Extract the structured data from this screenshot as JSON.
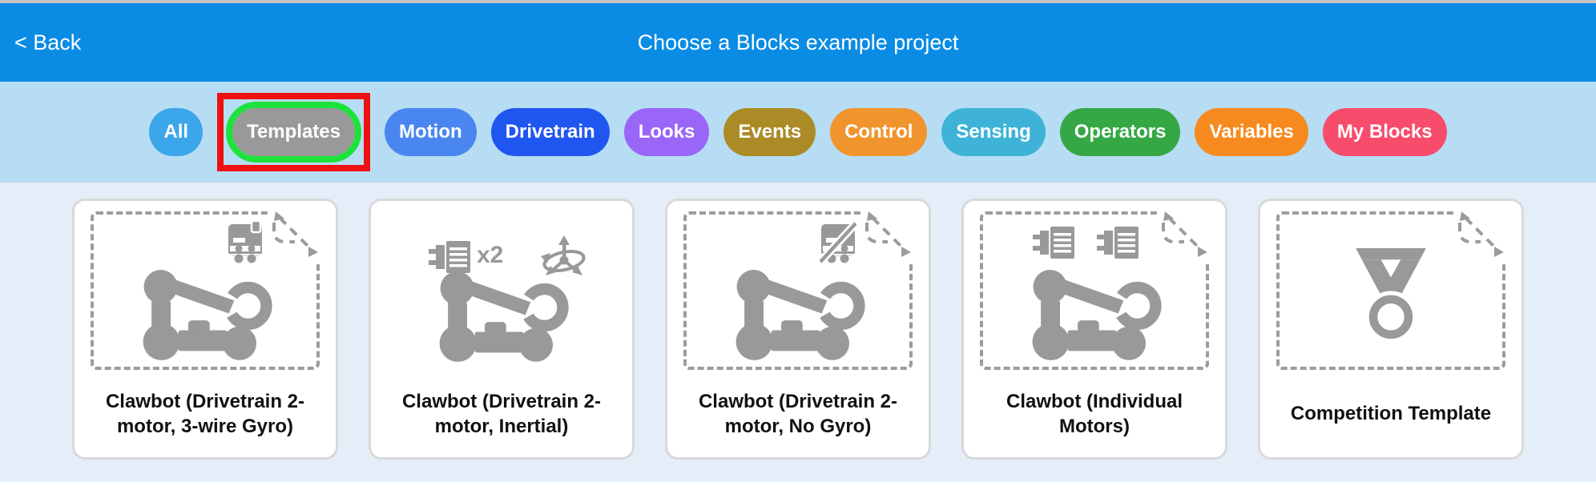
{
  "header": {
    "back_label": "< Back",
    "title": "Choose a Blocks example project",
    "background": "#0a8ce4"
  },
  "filterbar": {
    "background": "#b7ddf4",
    "items": [
      {
        "label": "All",
        "color": "#3ba6ea",
        "selected": false
      },
      {
        "label": "Templates",
        "color": "#999999",
        "selected": true,
        "selected_ring_color": "#1de23c",
        "annotation_box_color": "#ee1111"
      },
      {
        "label": "Motion",
        "color": "#4a86f0",
        "selected": false
      },
      {
        "label": "Drivetrain",
        "color": "#2056f0",
        "selected": false
      },
      {
        "label": "Looks",
        "color": "#9a66f8",
        "selected": false
      },
      {
        "label": "Events",
        "color": "#ab8b25",
        "selected": false
      },
      {
        "label": "Control",
        "color": "#f0952e",
        "selected": false
      },
      {
        "label": "Sensing",
        "color": "#3eb3d7",
        "selected": false
      },
      {
        "label": "Operators",
        "color": "#35a845",
        "selected": false
      },
      {
        "label": "Variables",
        "color": "#f78a1e",
        "selected": false
      },
      {
        "label": "My Blocks",
        "color": "#f74c6c",
        "selected": false
      }
    ]
  },
  "content": {
    "background": "#e4edf8",
    "icon_color": "#999999",
    "cards": [
      {
        "label": "Clawbot (Drivetrain 2-motor, 3-wire Gyro)",
        "icons": [
          "gyro-3wire-icon",
          "clawbot-icon"
        ],
        "template_dashed_border": true
      },
      {
        "label": "Clawbot (Drivetrain 2-motor, Inertial)",
        "icons": [
          "motor-icon",
          "inertial-sensor-icon",
          "clawbot-icon"
        ],
        "motor_count_label": "x2",
        "template_dashed_border": false
      },
      {
        "label": "Clawbot (Drivetrain 2-motor, No Gyro)",
        "icons": [
          "gyro-disabled-icon",
          "clawbot-icon"
        ],
        "template_dashed_border": true
      },
      {
        "label": "Clawbot (Individual Motors)",
        "icons": [
          "motor-icon",
          "motor-icon",
          "clawbot-icon"
        ],
        "template_dashed_border": true
      },
      {
        "label": "Competition Template",
        "icons": [
          "medal-icon"
        ],
        "template_dashed_border": true
      }
    ]
  }
}
